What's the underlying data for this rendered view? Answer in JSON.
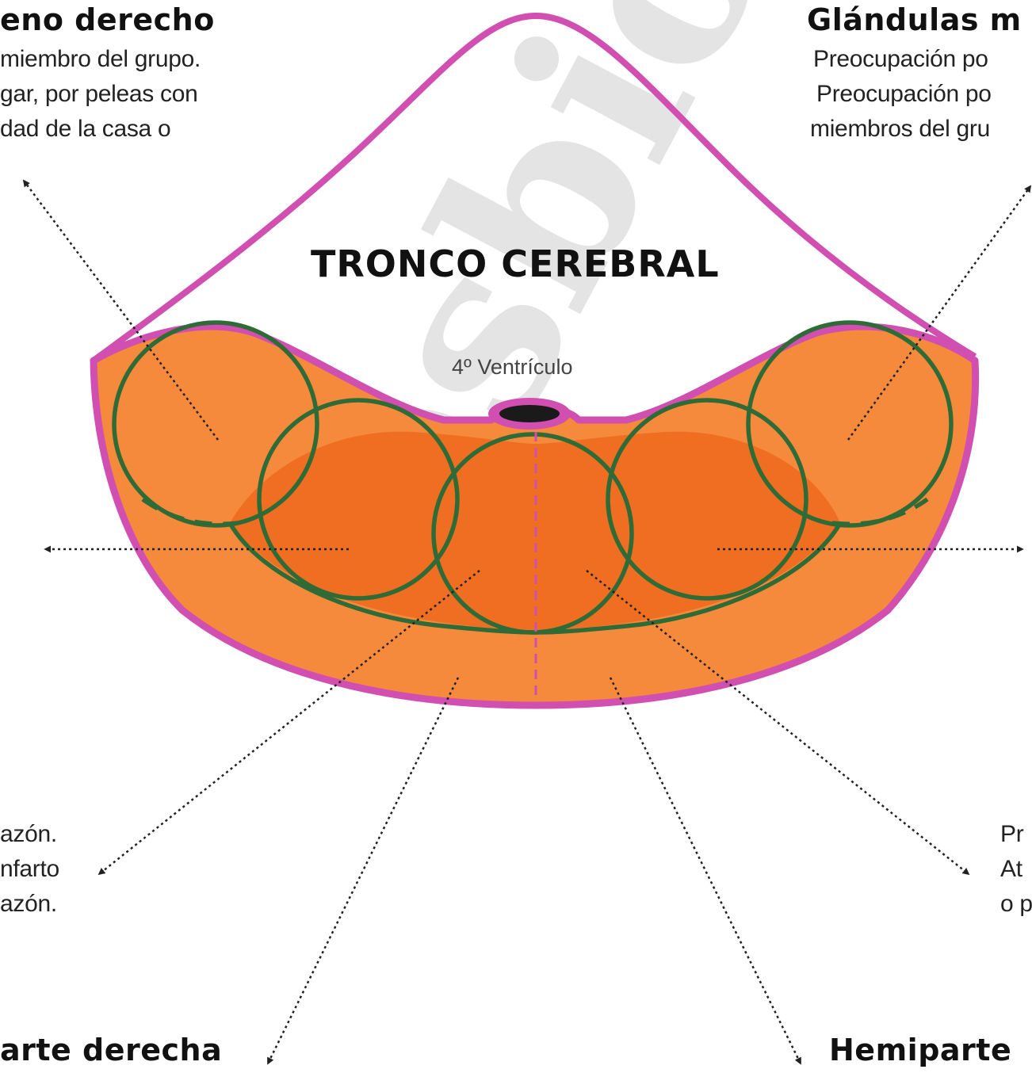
{
  "title": "TRONCO CEREBRAL",
  "ventricle_label": "4º Ventrículo",
  "top_left": {
    "heading": "eno derecho",
    "lines": [
      "miembro del grupo.",
      "gar, por peleas con",
      "dad de la casa o"
    ]
  },
  "top_right": {
    "heading": "Glándulas m",
    "lines": [
      "Preocupación po",
      "Preocupación po",
      "miembros del gru"
    ]
  },
  "mid_left": {
    "lines": [
      "azón.",
      "nfarto",
      "azón."
    ]
  },
  "mid_right": {
    "lines": [
      "Pr",
      "At",
      "o p"
    ]
  },
  "bottom_left": {
    "heading": "arte derecha"
  },
  "bottom_right": {
    "heading": "Hemiparte"
  },
  "watermark": "esbiología",
  "colors": {
    "outline": "#d04fb0",
    "fill_light": "#f58a3c",
    "fill_dark": "#ee6a1e",
    "circle": "#2e6b36",
    "ventricle": "#1a1a1a",
    "arrow": "#222222"
  }
}
